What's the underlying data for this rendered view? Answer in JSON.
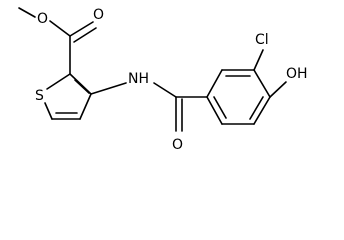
{
  "structure": {
    "atoms": {
      "methoxy_o": "O",
      "carbonyl_o_ester": "O",
      "ring_s": "S",
      "amide_nh": "NH",
      "amide_o": "O",
      "chloro": "Cl",
      "hydroxy": "OH"
    },
    "colors": {
      "bond": "#000000",
      "label": "#000000",
      "background": "#ffffff"
    }
  }
}
